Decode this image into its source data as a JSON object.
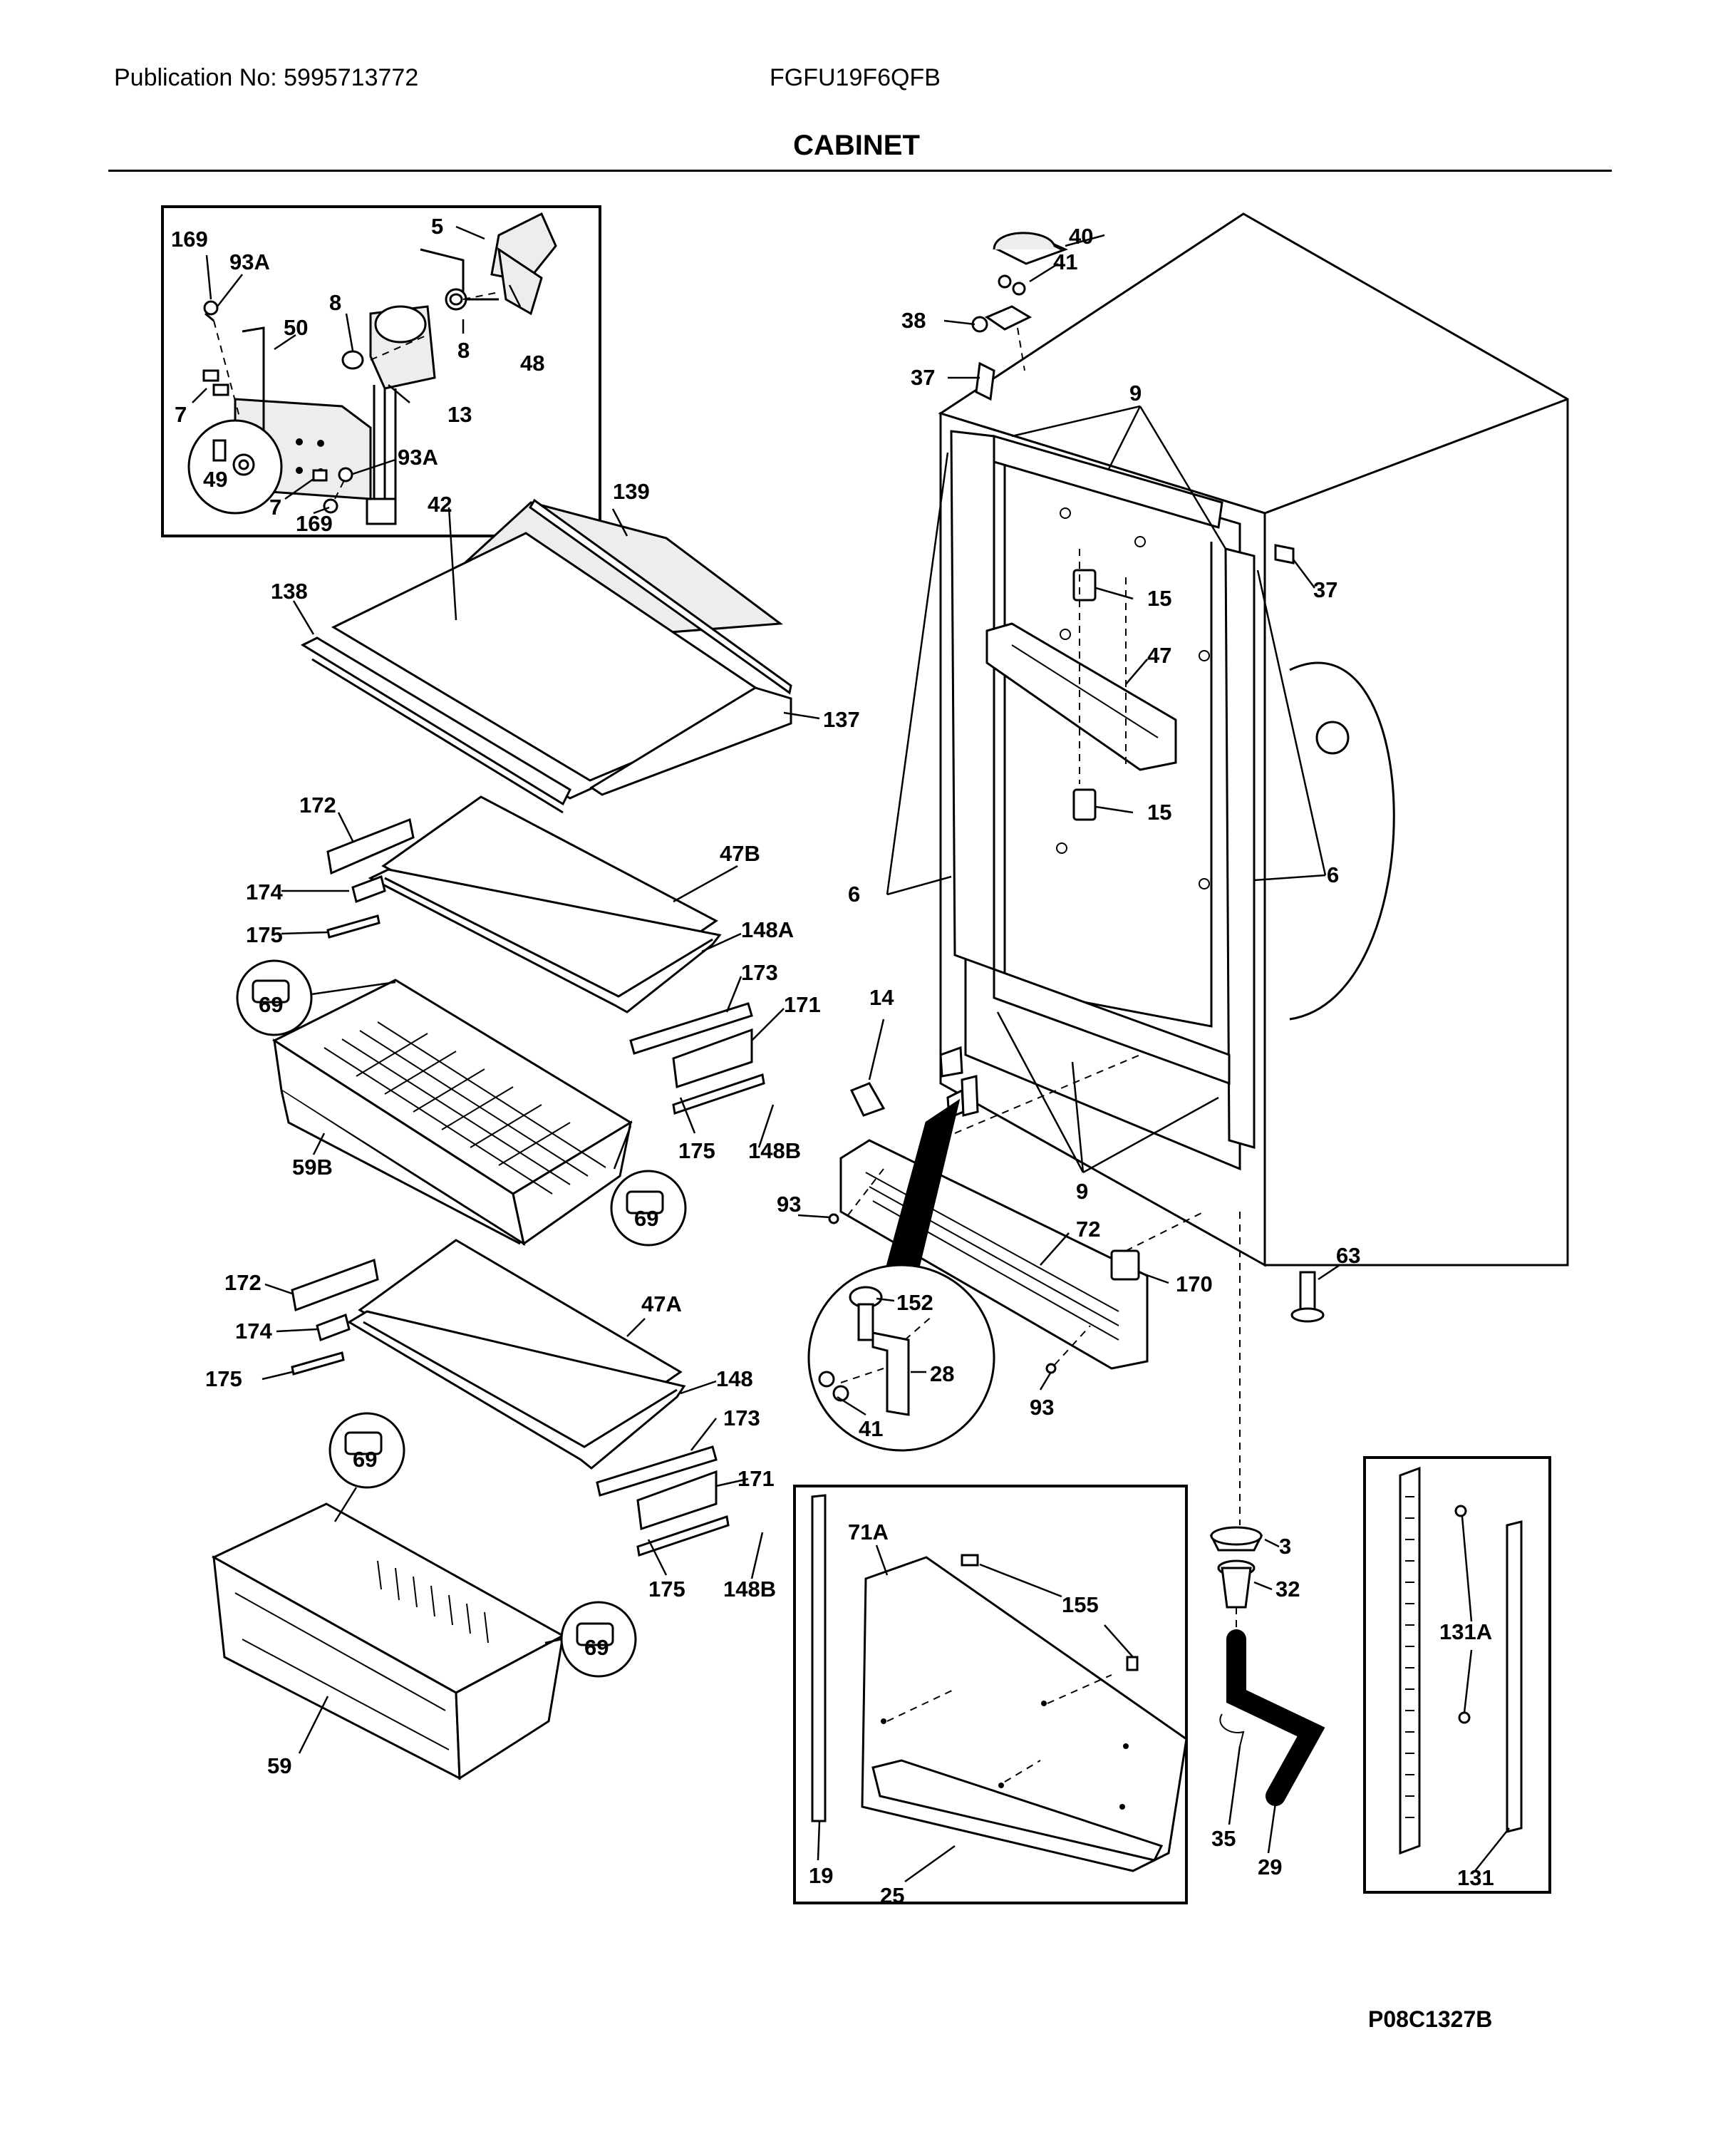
{
  "header": {
    "publication": "Publication No: 5995713772",
    "model": "FGFU19F6QFB",
    "section_title": "CABINET"
  },
  "diagram_code": "P08C1327B",
  "callouts": {
    "c169a": "169",
    "c93Aa": "93A",
    "c5": "5",
    "c8a": "8",
    "c50": "50",
    "c8b": "8",
    "c48": "48",
    "c7a": "7",
    "c13": "13",
    "c49": "49",
    "c93Ab": "93A",
    "c7b": "7",
    "c169b": "169",
    "c139": "139",
    "c42": "42",
    "c138": "138",
    "c137": "137",
    "c172a": "172",
    "c47B": "47B",
    "c174a": "174",
    "c175a": "175",
    "c148A": "148A",
    "c69a": "69",
    "c173a": "173",
    "c171a": "171",
    "c175b": "175",
    "c148Ba": "148B",
    "c59B": "59B",
    "c69b": "69",
    "c172b": "172",
    "c47A": "47A",
    "c174b": "174",
    "c175c": "175",
    "c148": "148",
    "c173b": "173",
    "c69c": "69",
    "c171b": "171",
    "c175d": "175",
    "c148Bb": "148B",
    "c69d": "69",
    "c59": "59",
    "c40": "40",
    "c41a": "41",
    "c38": "38",
    "c37a": "37",
    "c9a": "9",
    "c37b": "37",
    "c15a": "15",
    "c47": "47",
    "c15b": "15",
    "c6a": "6",
    "c6b": "6",
    "c14": "14",
    "c9b": "9",
    "c93a": "93",
    "c72": "72",
    "c63": "63",
    "c170": "170",
    "c152": "152",
    "c28": "28",
    "c41b": "41",
    "c93b": "93",
    "c3": "3",
    "c32": "32",
    "c71A": "71A",
    "c155": "155",
    "c19": "19",
    "c25": "25",
    "c35": "35",
    "c29": "29",
    "c131A": "131A",
    "c131": "131"
  }
}
